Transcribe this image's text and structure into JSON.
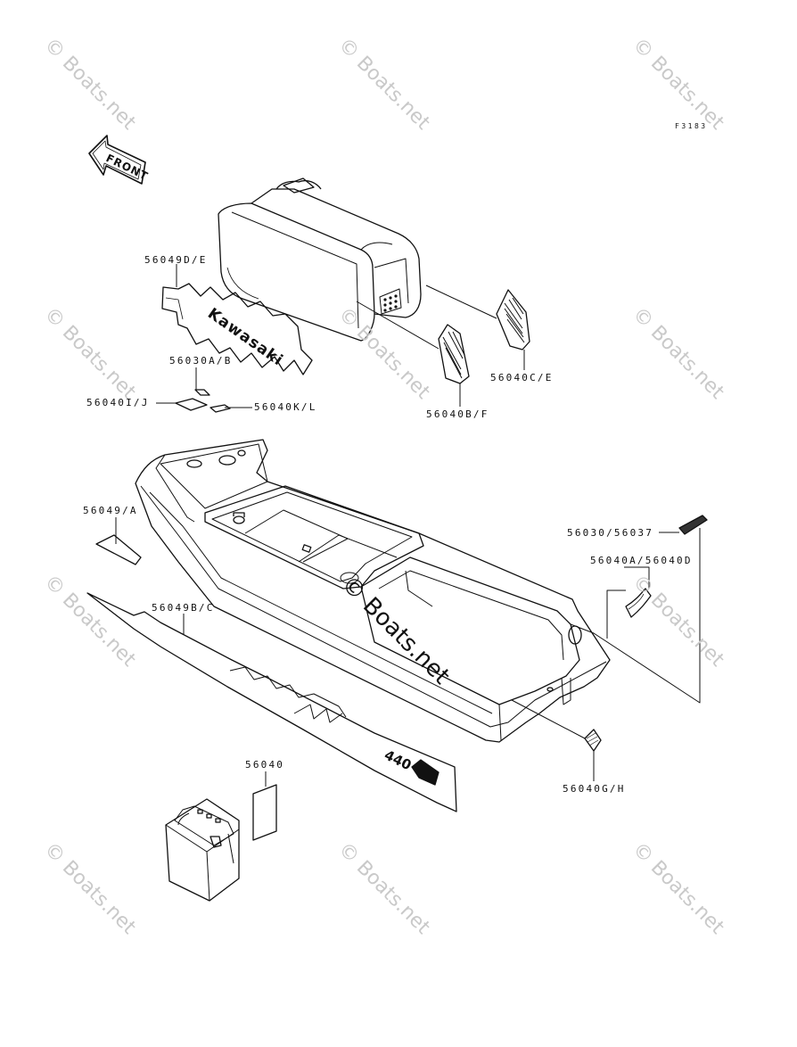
{
  "figure_code": "F3183",
  "front_arrow": "FRONT",
  "decal_text": "Kawasaki",
  "model_text": "440",
  "watermark": "© Boats.net",
  "labels": {
    "l_56049de": "56049D/E",
    "l_56030ab": "56030A/B",
    "l_56040ij": "56040I/J",
    "l_56040kl": "56040K/L",
    "l_56040ce": "56040C/E",
    "l_56040bf": "56040B/F",
    "l_56049a": "56049/A",
    "l_56030_56037": "56030/56037",
    "l_56040a_d": "56040A/56040D",
    "l_56049bc": "56049B/C",
    "l_56040": "56040",
    "l_56040gh": "56040G/H"
  }
}
